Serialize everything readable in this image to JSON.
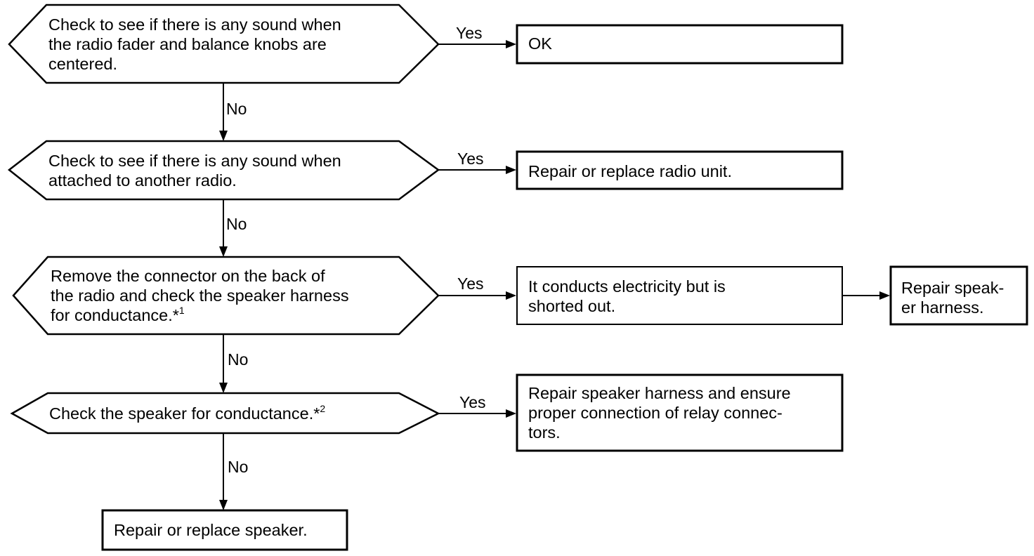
{
  "decisions": [
    {
      "text": "Check to see if there is any sound when\nthe radio fader and balance knobs are\ncentered."
    },
    {
      "text": "Check to see if there is any sound when\nattached to another radio."
    },
    {
      "text": "Remove the connector on the back of\nthe radio and check the speaker harness\nfor conductance.",
      "footnote": "1"
    },
    {
      "text": "Check the speaker for conductance.",
      "footnote": "2"
    }
  ],
  "outcomes": {
    "ok": "OK",
    "replace_radio": "Repair or replace radio unit.",
    "shorted": "It conducts electricity but is\nshorted out.",
    "repair_harness": "Repair speak-\ner harness.",
    "repair_relay": "Repair speaker harness and ensure\nproper connection of relay connec-\ntors.",
    "replace_speaker": "Repair or replace speaker."
  },
  "labels": {
    "yes": "Yes",
    "no": "No",
    "footnote_marker": "*"
  }
}
